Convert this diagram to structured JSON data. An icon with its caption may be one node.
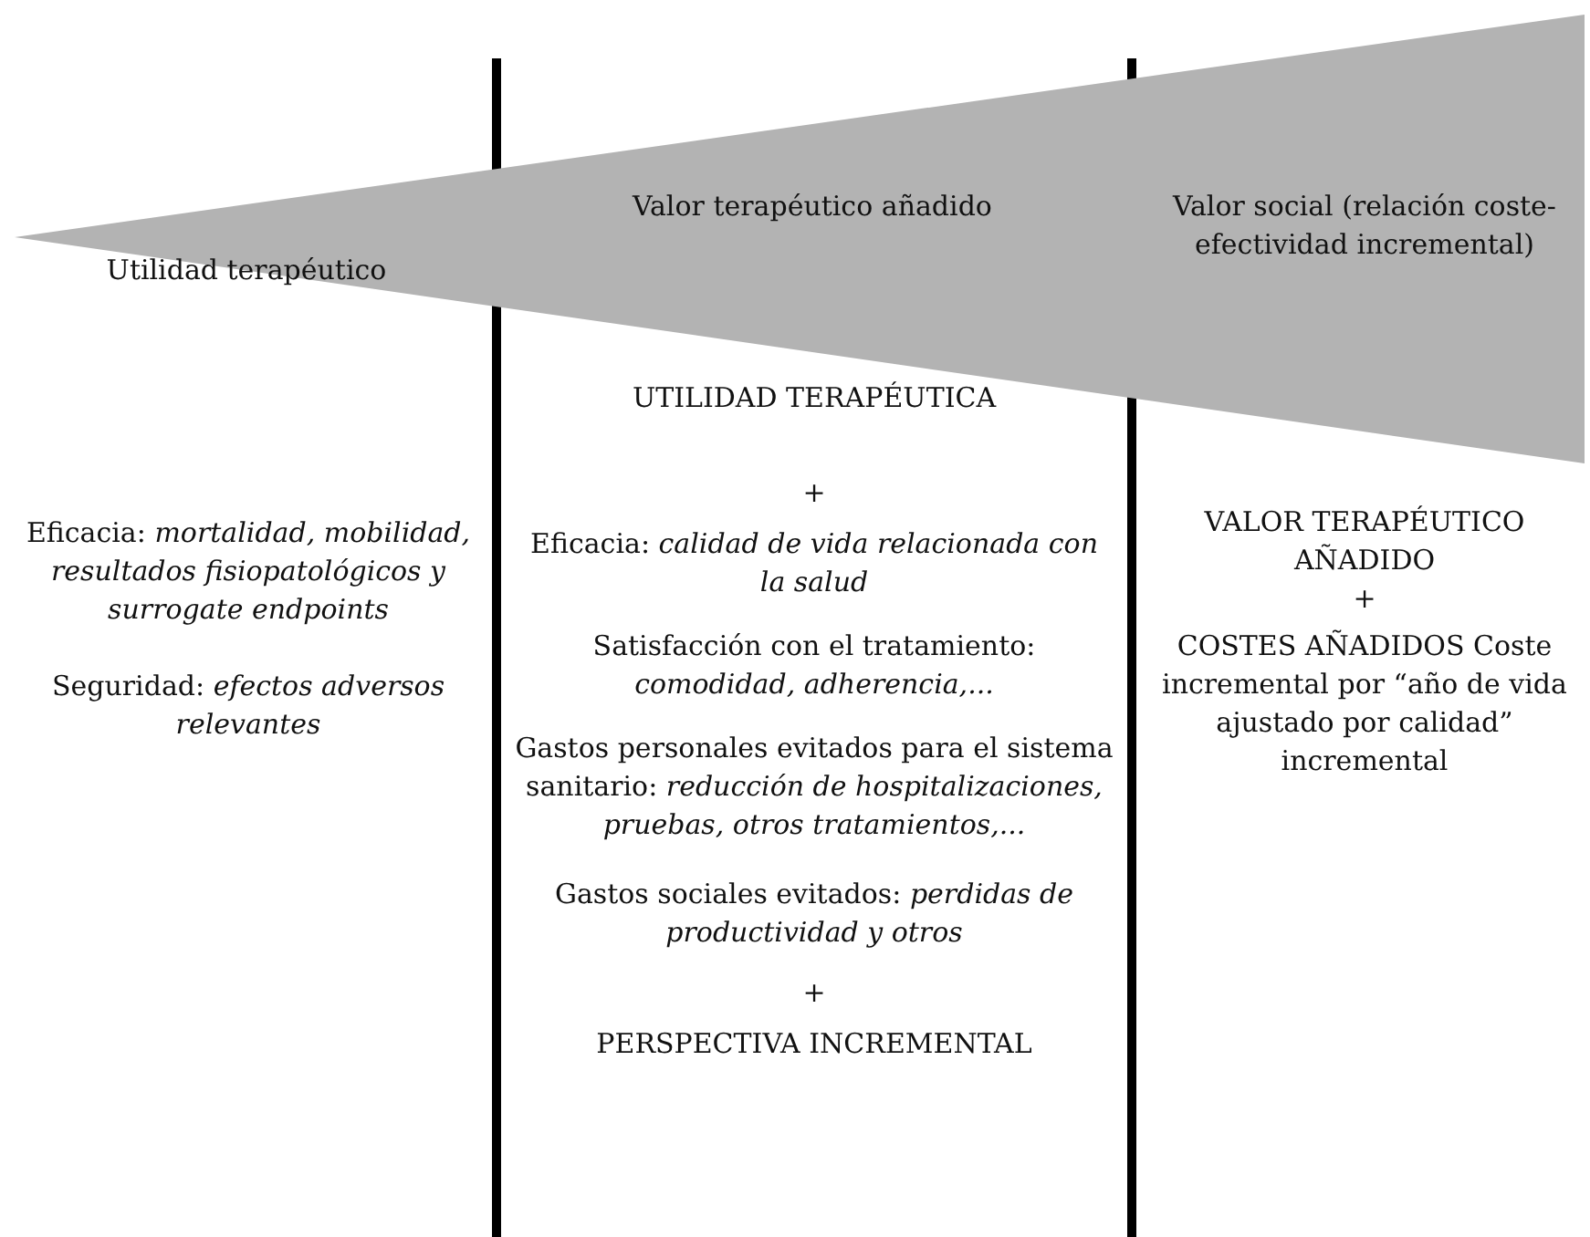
{
  "diagram": {
    "nodes": [
      {
        "text": [
          "Utilidad terapéutico",
          "Valor terapéutico añadido",
          "Valor social (relación coste-efectividad incremental)"
        ]
      }
    ],
    "edges": [],
    "labels": [
      "Eficacia: *mortalidad, mobilidad, resultados fisiopatológicos y surrogate endpoints*",
      "Seguridad: *efectos adversos relevantes*",
      "UTILIDAD TERAPÉUTICA",
      "+",
      "Eficacia: *calidad de vida relacionada con la salud*",
      "Satisfacción con el tratamiento: *comodidad, adherencia,...*",
      "Gastos personales evitados para el sistema sanitario: *reducción de hospitalizaciones, pruebas, otros tratamientos,...*",
      "Gastos sociales evitados: *perdidas de productividad y otros*",
      "+",
      "PERSPECTIVA INCREMENTAL",
      "VALOR TERAPÉUTICO AÑADIDO",
      "+",
      "COSTES AÑADIDOS Coste incremental por “año de vida ajustado por calidad” incremental"
    ]
  }
}
